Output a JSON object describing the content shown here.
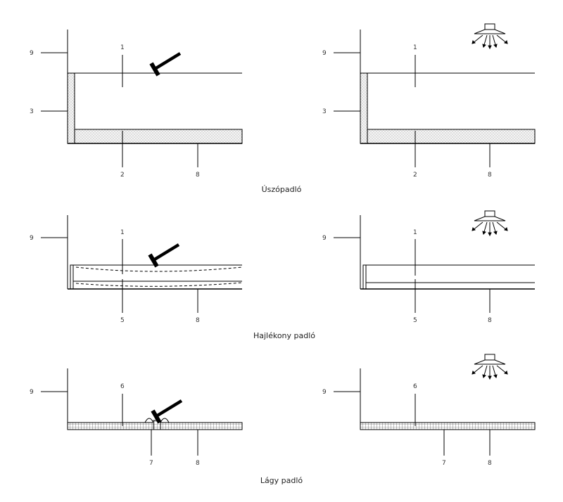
{
  "rows": [
    {
      "caption": "Úszópadló",
      "left": {
        "top_labels": [
          "9",
          "3",
          "1"
        ],
        "bottom_labels": [
          "2",
          "8"
        ]
      },
      "right": {
        "top_labels": [
          "9",
          "3",
          "1"
        ],
        "bottom_labels": [
          "2",
          "8"
        ]
      }
    },
    {
      "caption": "Hajlékony padló",
      "left": {
        "top_labels": [
          "9",
          "1"
        ],
        "bottom_labels": [
          "5",
          "8"
        ]
      },
      "right": {
        "top_labels": [
          "9",
          "1"
        ],
        "bottom_labels": [
          "5",
          "8"
        ]
      }
    },
    {
      "caption": "Lágy padló",
      "left": {
        "top_labels": [
          "9",
          "6"
        ],
        "bottom_labels": [
          "7",
          "8"
        ]
      },
      "right": {
        "top_labels": [
          "9",
          "6"
        ],
        "bottom_labels": [
          "7",
          "8"
        ]
      }
    }
  ],
  "icons": {
    "impact": "hammer-icon",
    "airborne": "loudspeaker-icon"
  }
}
